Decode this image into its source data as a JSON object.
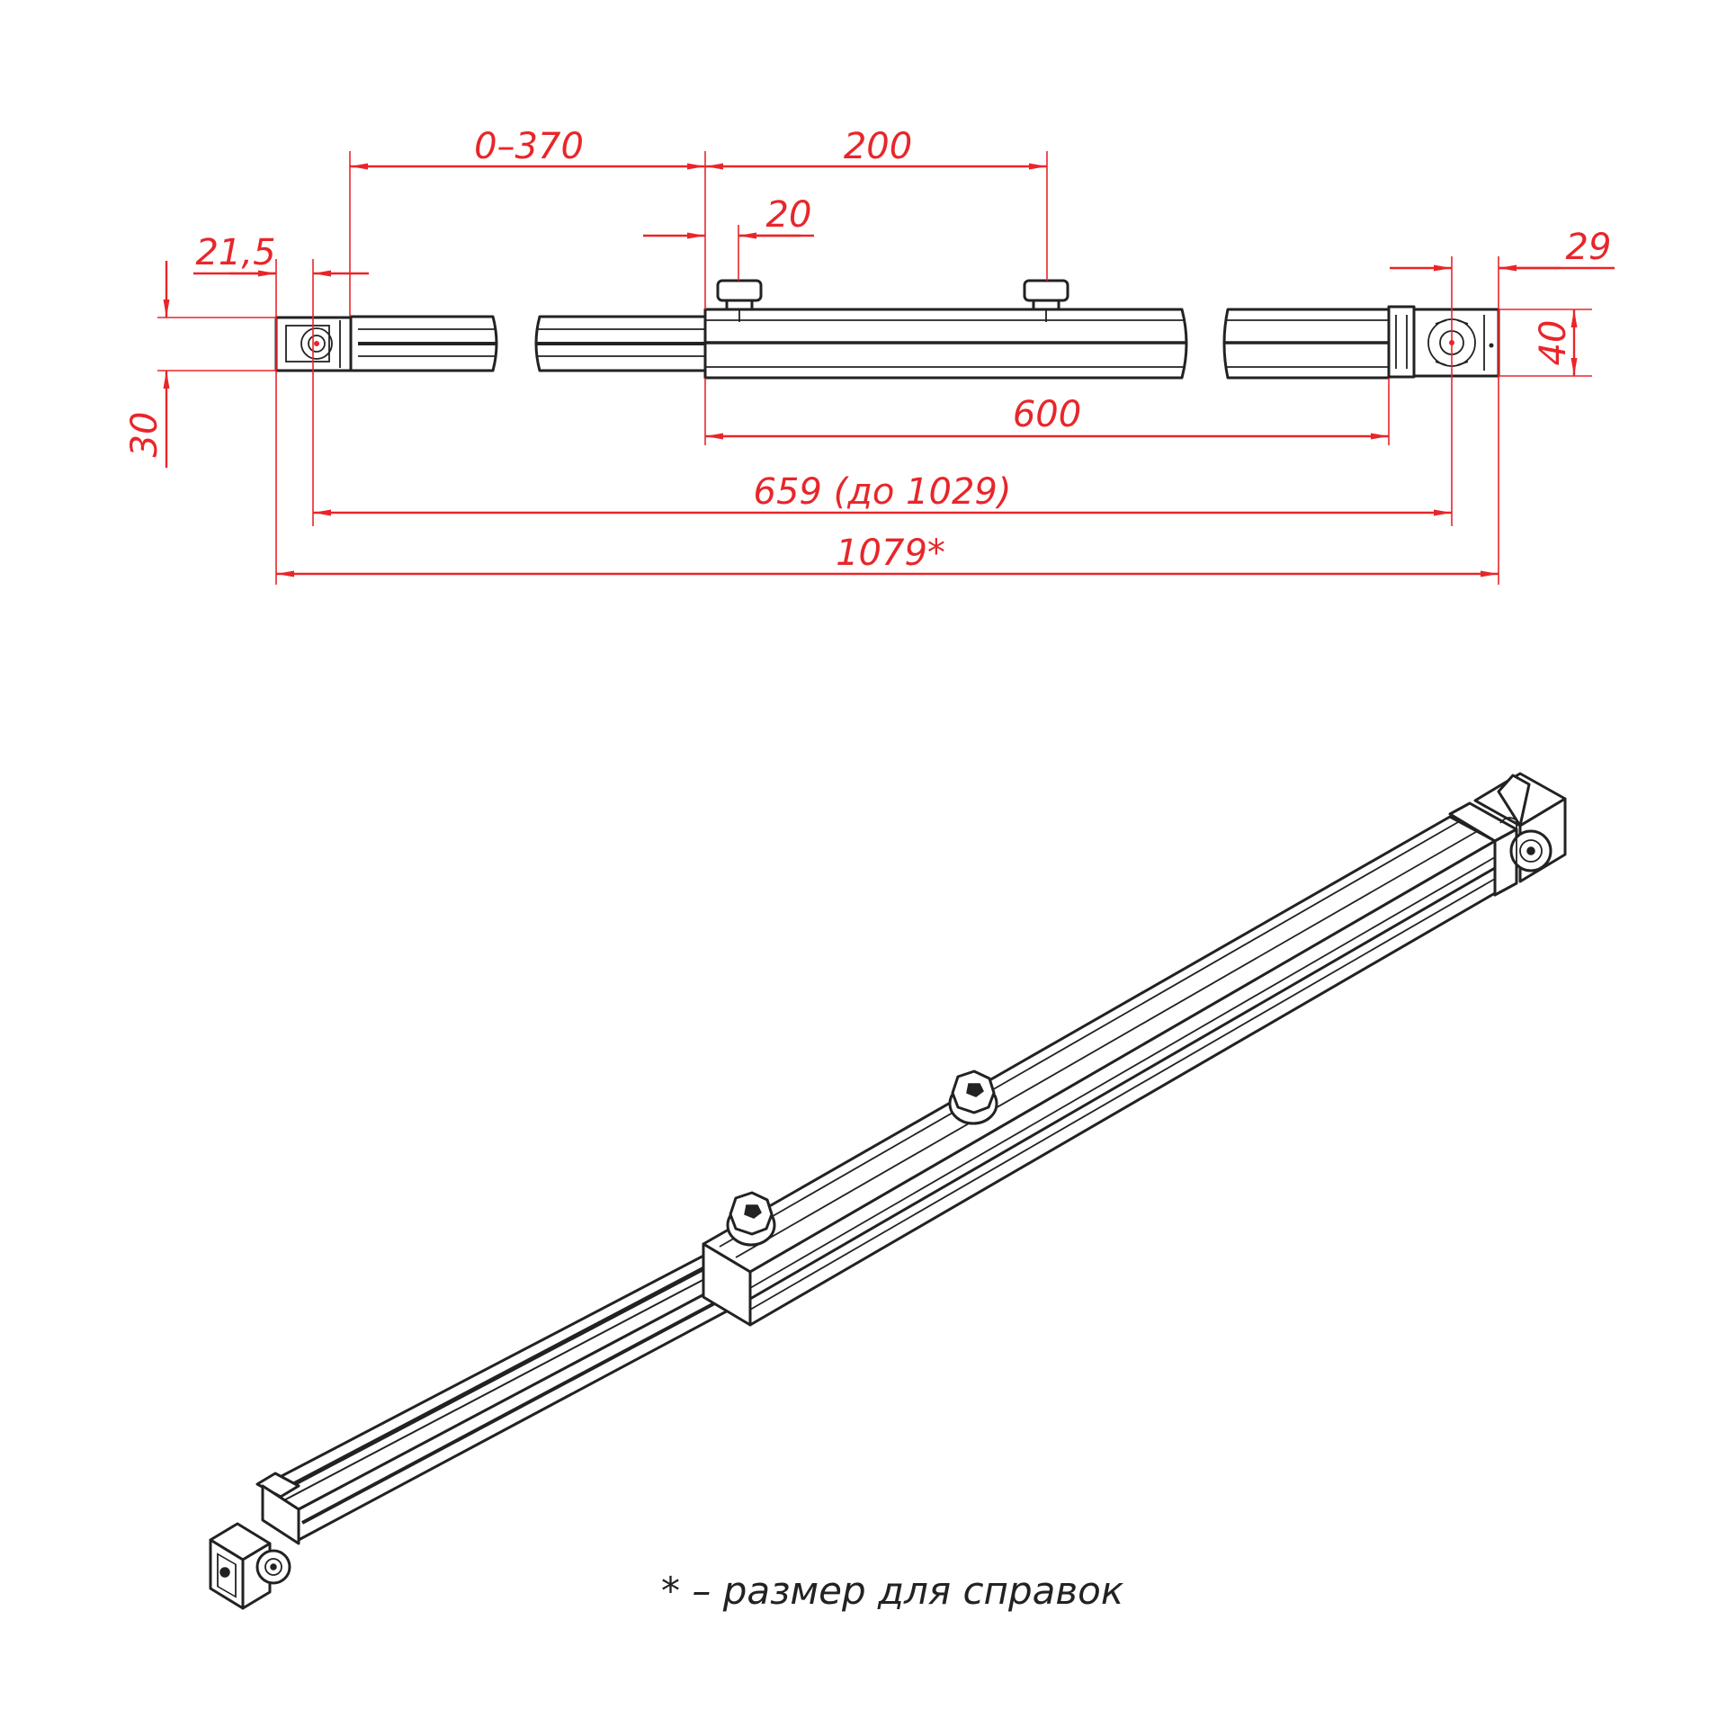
{
  "dimensions": {
    "d_0_370": "0–370",
    "d_200": "200",
    "d_20": "20",
    "d_21_5": "21,5",
    "d_29": "29",
    "d_40": "40",
    "d_30": "30",
    "d_600": "600",
    "d_659": "659 (до 1029)",
    "d_1079": "1079*"
  },
  "note": "* – размер для справок",
  "colors": {
    "dimension": "#e8262a",
    "outline": "#222222"
  }
}
